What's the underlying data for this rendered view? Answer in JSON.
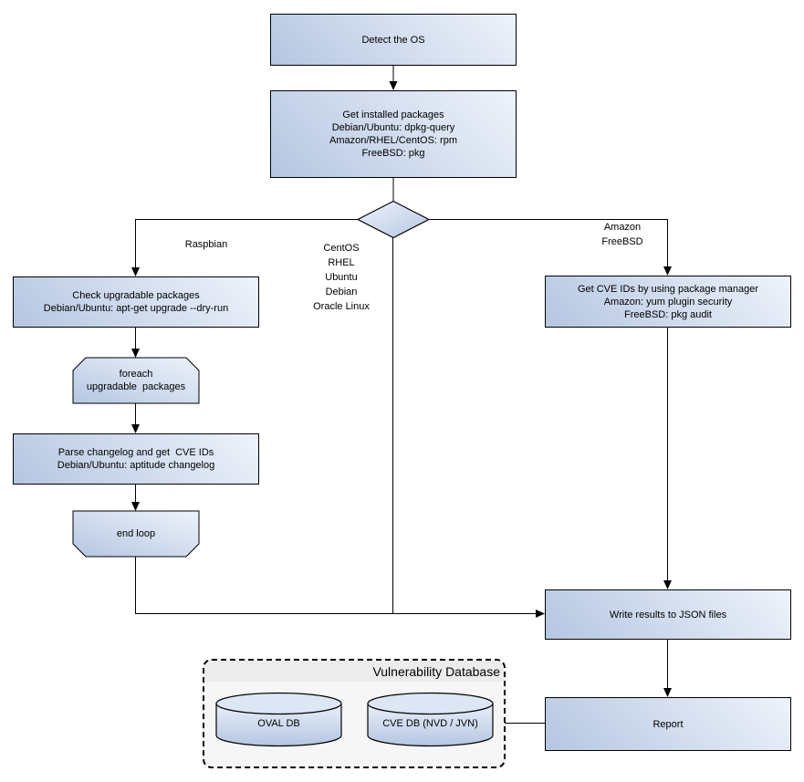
{
  "diagram": {
    "nodes": {
      "detect_os": {
        "lines": [
          "Detect the OS"
        ]
      },
      "get_installed_packages": {
        "lines": [
          "Get installed packages",
          "Debian/Ubuntu: dpkg-query",
          "Amazon/RHEL/CentOS: rpm",
          "FreeBSD: pkg"
        ]
      },
      "check_upgradable": {
        "lines": [
          "Check upgradable packages",
          "Debian/Ubuntu: apt-get upgrade --dry-run"
        ]
      },
      "foreach_loop": {
        "lines": [
          "foreach",
          "upgradable  packages"
        ]
      },
      "parse_changelog": {
        "lines": [
          "Parse changelog and get  CVE IDs",
          "Debian/Ubuntu: aptitude changelog"
        ]
      },
      "end_loop": {
        "lines": [
          "end loop"
        ]
      },
      "get_cve_ids": {
        "lines": [
          "Get CVE IDs by using package manager",
          "Amazon: yum plugin security",
          "FreeBSD: pkg audit"
        ]
      },
      "write_results": {
        "lines": [
          "Write results to JSON files"
        ]
      },
      "report": {
        "lines": [
          "Report"
        ]
      },
      "oval_db": {
        "label": "OVAL DB"
      },
      "cve_db": {
        "label": "CVE DB (NVD / JVN)"
      }
    },
    "edge_labels": {
      "left_branch": "Raspbian",
      "center_branch": [
        "CentOS",
        "RHEL",
        "Ubuntu",
        "Debian",
        "Oracle Linux"
      ],
      "right_branch": [
        "Amazon",
        "FreeBSD"
      ]
    },
    "container": {
      "title": "Vulnerability Database"
    },
    "colors": {
      "node_fill_dark": "#b5c6e1",
      "node_fill_light": "#eef3fb",
      "stroke": "#000000",
      "container_bg": "#f6f6f6",
      "container_header_bg": "#ececec"
    }
  }
}
